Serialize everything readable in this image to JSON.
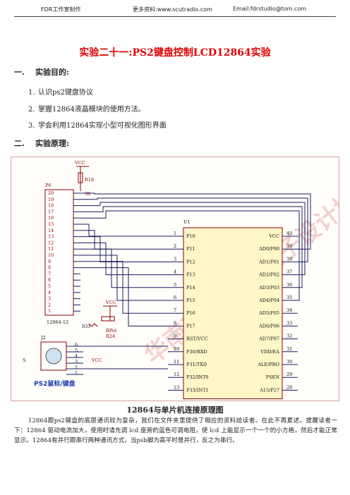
{
  "header": {
    "left": "FDR工作室制作",
    "middle": "更多资料:www.scutradio.com",
    "right": "Email:fdrstudio@tom.com"
  },
  "title": "实验二十一:PS2键盘控制LCD12864实验",
  "sections": [
    {
      "num": "一.",
      "label": "实验目的:"
    },
    {
      "num": "二.",
      "label": "实验原理:"
    }
  ],
  "objectives": [
    {
      "num": "1.",
      "text": "认识ps2键盘协议"
    },
    {
      "num": "2.",
      "text": "掌握12864液晶模块的使用方法。"
    },
    {
      "num": "3.",
      "text": "学会利用12864实现小型可视化图形界面"
    }
  ],
  "schematic": {
    "vcc_top": "VCC",
    "r18": "R18",
    "p6": "P6",
    "p6_pins": [
      "20",
      "19",
      "18",
      "17",
      "16",
      "15",
      "14",
      "13",
      "12",
      "11",
      "10",
      "9",
      "8",
      "7",
      "6",
      "5",
      "4",
      "3",
      "2",
      "1"
    ],
    "p6_label": "12864-12",
    "u1": "U1",
    "u1_left_nums": [
      "1",
      "2",
      "3",
      "4",
      "5",
      "6",
      "7",
      "8",
      "9",
      "10",
      "11",
      "12",
      "13"
    ],
    "u1_left_names": [
      "P10",
      "P11",
      "P12",
      "P13",
      "P14",
      "P15",
      "P16",
      "P17",
      "RST/VCC",
      "P30/RXD",
      "P31/TXD",
      "P32/INT0",
      "P33/INT1"
    ],
    "u1_right_nums": [
      "40",
      "39",
      "38",
      "37",
      "36",
      "35",
      "34",
      "33",
      "32",
      "31",
      "30",
      "29",
      "28"
    ],
    "u1_right_names": [
      "VCC",
      "AD0/P00",
      "AD1/P01",
      "AD2/P02",
      "AD3/P03",
      "AD4/P04",
      "AD5/P05",
      "AD6/P06",
      "AD7/P07",
      "VDD/EA",
      "ALE/PRO",
      "PSEN",
      "A15/P27"
    ],
    "pin30": "30",
    "vcc_mid": "VCC",
    "io3": "IO3",
    "rpot": "RPot",
    "r24": "R24",
    "j2": "J2",
    "j2_pins": [
      "6",
      "5",
      "4",
      "3",
      "2",
      "1"
    ],
    "vcc_j2": "VCC",
    "s_label": "S",
    "ps2_label": "PS2鼠标/键盘",
    "watermark": "华南理工大学电子设计协会 FDR工作室",
    "colors": {
      "wire": "#1a1a60",
      "label": "#8b0000",
      "box": "#fff6c8",
      "boxline": "#8b0000",
      "watermark": "#c00000"
    }
  },
  "caption": "12864与单片机连接原理图",
  "paragraph": "12864跟ps2键盘的底层通讯较为复杂，我们在文件夹里提供了相应的资料给读者。在此不再累述。提醒读者一下：12864 驱动电流加大，使用时请先调 lcd 座旁的蓝色可调电阻，使 lcd 上能显示一个一个的小方格，然后才能正常显示。12864有并行跟串行两种通讯方式，当psb脚为高平时是并行，反之为串行。"
}
